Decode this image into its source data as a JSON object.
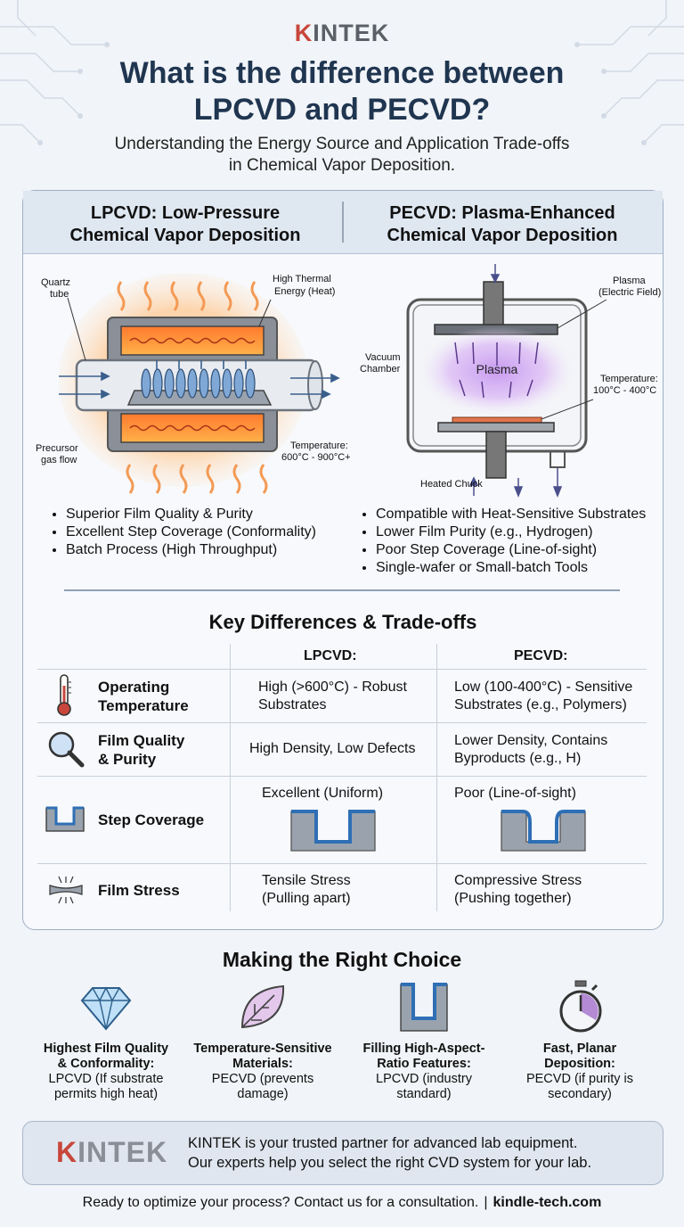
{
  "header": {
    "brand_k": "K",
    "brand_rest": "INTEK",
    "title_line1": "What is the difference between",
    "title_line2": "LPCVD and PECVD?",
    "subtitle_line1": "Understanding the Energy Source and Application Trade-offs",
    "subtitle_line2": "in Chemical Vapor Deposition."
  },
  "lpcvd": {
    "heading_line1": "LPCVD: Low-Pressure",
    "heading_line2": "Chemical Vapor Deposition",
    "labels": {
      "quartz_1": "Quartz",
      "quartz_2": "tube",
      "thermal_1": "High Thermal",
      "thermal_2": "Energy (Heat)",
      "precursor_1": "Precursor",
      "precursor_2": "gas flow",
      "temp_1": "Temperature:",
      "temp_2": "600°C - 900°C+"
    },
    "bullets": [
      "Superior Film Quality & Purity",
      "Excellent Step Coverage (Conformality)",
      "Batch Process (High Throughput)"
    ]
  },
  "pecvd": {
    "heading_line1": "PECVD: Plasma-Enhanced",
    "heading_line2": "Chemical Vapor Deposition",
    "labels": {
      "plasma_1": "Plasma",
      "plasma_2": "(Electric Field)",
      "vacuum_1": "Vacuum",
      "vacuum_2": "Chamber",
      "plasma_center": "Plasma",
      "temp_1": "Temperature:",
      "temp_2": "100°C - 400°C",
      "chuck": "Heated Chuck"
    },
    "bullets": [
      "Compatible with Heat-Sensitive Substrates",
      "Lower Film Purity (e.g., Hydrogen)",
      "Poor Step Coverage (Line-of-sight)",
      "Single-wafer or Small-batch Tools"
    ]
  },
  "comparison": {
    "title": "Key Differences & Trade-offs",
    "col_lpcvd": "LPCVD:",
    "col_pecvd": "PECVD:",
    "rows": [
      {
        "label_1": "Operating",
        "label_2": "Temperature",
        "lpcvd_1": "High (>600°C) - Robust",
        "lpcvd_2": "Substrates",
        "pecvd_1": "Low (100-400°C) - Sensitive",
        "pecvd_2": "Substrates (e.g., Polymers)"
      },
      {
        "label_1": "Film Quality",
        "label_2": "& Purity",
        "lpcvd_1": "High Density, Low Defects",
        "lpcvd_2": "",
        "pecvd_1": "Lower Density, Contains",
        "pecvd_2": "Byproducts (e.g., H)"
      },
      {
        "label_1": "Step Coverage",
        "label_2": "",
        "lpcvd_1": "Excellent (Uniform)",
        "lpcvd_2": "",
        "pecvd_1": "Poor (Line-of-sight)",
        "pecvd_2": ""
      },
      {
        "label_1": "Film Stress",
        "label_2": "",
        "lpcvd_1": "Tensile Stress",
        "lpcvd_2": "(Pulling apart)",
        "pecvd_1": "Compressive Stress",
        "pecvd_2": "(Pushing together)"
      }
    ]
  },
  "choice": {
    "title": "Making the Right Choice",
    "items": [
      {
        "h1": "Highest Film Quality",
        "h2": "& Conformality:",
        "t1": "LPCVD (If substrate",
        "t2": "permits high heat)"
      },
      {
        "h1": "Temperature-Sensitive",
        "h2": "Materials:",
        "t1": "PECVD (prevents",
        "t2": "damage)"
      },
      {
        "h1": "Filling High-Aspect-",
        "h2": "Ratio Features:",
        "t1": "LPCVD (industry",
        "t2": "standard)"
      },
      {
        "h1": "Fast, Planar",
        "h2": "Deposition:",
        "t1": "PECVD (if purity is",
        "t2": "secondary)"
      }
    ]
  },
  "banner": {
    "logo_k": "K",
    "logo_rest": "INTEK",
    "line1": "KINTEK is your trusted partner for advanced lab equipment.",
    "line2": "Our experts help you select the right CVD system for your lab."
  },
  "footer": {
    "cta": "Ready to optimize your process? Contact us for a consultation.",
    "separator": "|",
    "site": "kindle-tech.com"
  }
}
